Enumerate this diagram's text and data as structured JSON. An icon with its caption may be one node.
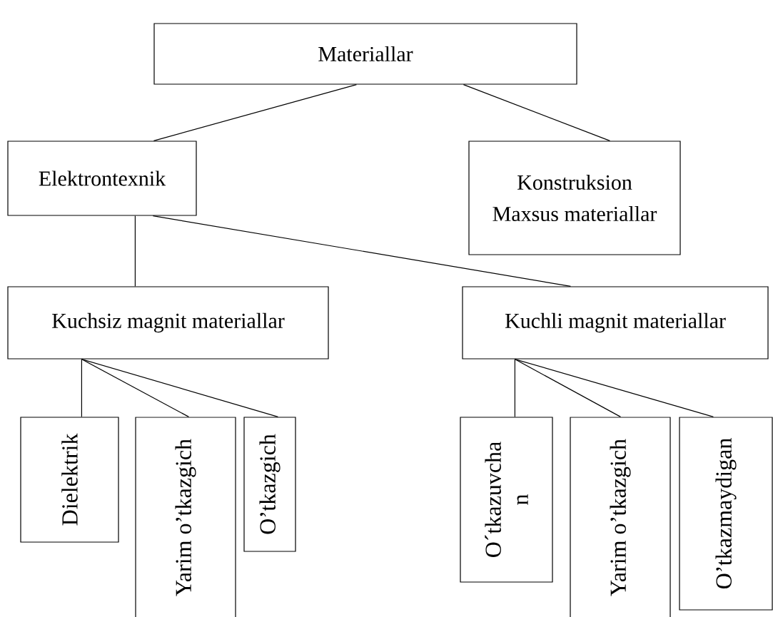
{
  "diagram": {
    "nodes": [
      {
        "text": [
          "Materiallar"
        ]
      },
      {
        "text": [
          "Elektrontexnik"
        ]
      },
      {
        "text": [
          "Konstruksion",
          "Maxsus materiallar"
        ]
      },
      {
        "text": [
          "Kuchsiz magnit materiallar"
        ]
      },
      {
        "text": [
          "Kuchli magnit materiallar"
        ]
      },
      {
        "text": [
          "Dielektrik"
        ]
      },
      {
        "text": [
          "Yarim o’tkazgich"
        ]
      },
      {
        "text": [
          "O’tkazgich"
        ]
      },
      {
        "text": [
          "O´tkazuvcha n"
        ]
      },
      {
        "text": [
          "Yarim o’tkazgich"
        ]
      },
      {
        "text": [
          "O’tkazmaydigan"
        ]
      }
    ],
    "edges": [
      {
        "from": 0,
        "to": 1,
        "arrow": "none"
      },
      {
        "from": 0,
        "to": 2,
        "arrow": "none"
      },
      {
        "from": 1,
        "to": 3,
        "arrow": "none"
      },
      {
        "from": 1,
        "to": 4,
        "arrow": "none"
      },
      {
        "from": 3,
        "to": 5,
        "arrow": "none"
      },
      {
        "from": 3,
        "to": 6,
        "arrow": "none"
      },
      {
        "from": 3,
        "to": 7,
        "arrow": "none"
      },
      {
        "from": 4,
        "to": 8,
        "arrow": "none"
      },
      {
        "from": 4,
        "to": 9,
        "arrow": "none"
      },
      {
        "from": 4,
        "to": 10,
        "arrow": "none"
      }
    ]
  }
}
